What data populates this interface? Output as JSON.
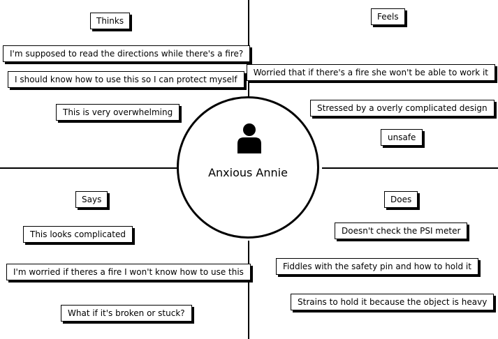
{
  "persona": {
    "name": "Anxious Annie",
    "icon": "user-icon"
  },
  "quadrants": {
    "thinks": {
      "label": "Thinks",
      "notes": [
        "I'm supposed to read the directions while there's a fire?",
        "I should know how to use this so I can protect myself",
        "This is very overwhelming"
      ]
    },
    "feels": {
      "label": "Feels",
      "notes": [
        "Worried that if there's a fire she won't be able to work it",
        "Stressed by a overly complicated design",
        "unsafe"
      ]
    },
    "says": {
      "label": "Says",
      "notes": [
        "This looks complicated",
        "I'm worried if theres a fire I won't know how to use this",
        "What if it's broken or stuck?"
      ]
    },
    "does": {
      "label": "Does",
      "notes": [
        "Doesn't check the PSI meter",
        "Fiddles with the safety pin and how to hold it",
        "Strains to hold it because the object is heavy"
      ]
    }
  }
}
